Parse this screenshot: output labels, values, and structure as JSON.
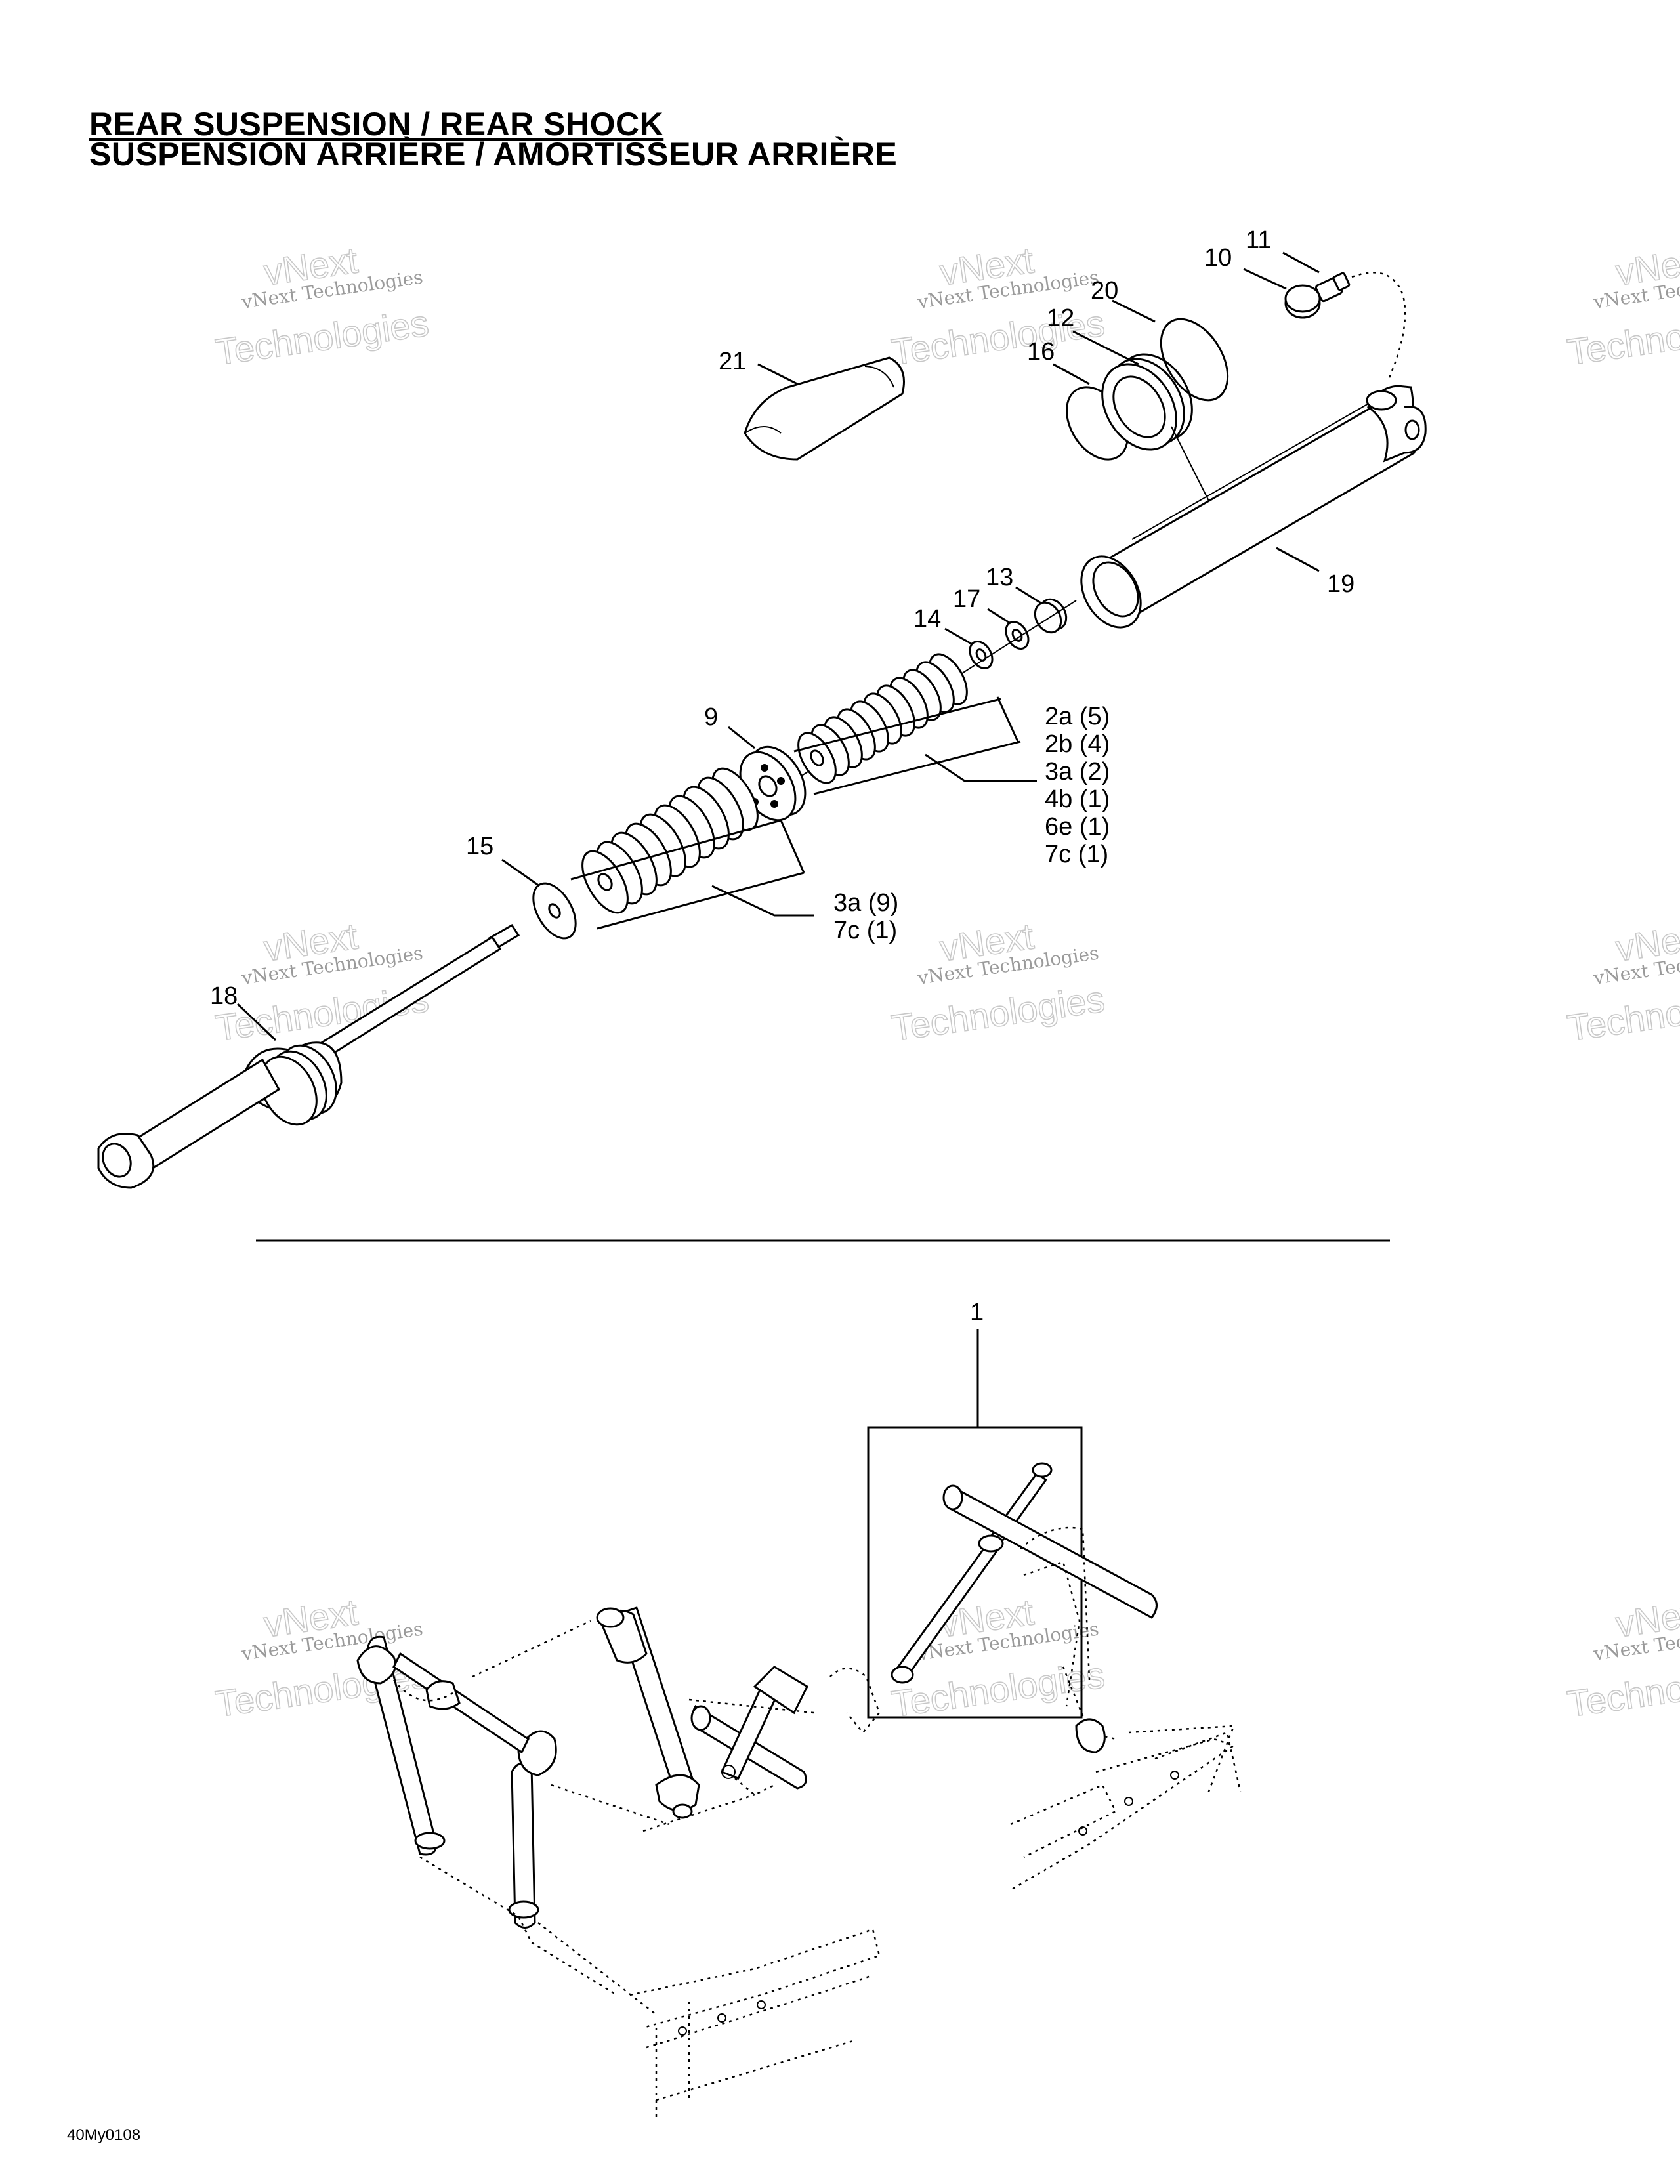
{
  "title": {
    "line1": "REAR SUSPENSION / REAR SHOCK",
    "line2": "SUSPENSION ARRIÈRE / AMORTISSEUR ARRIÈRE"
  },
  "callouts": {
    "c1": "1",
    "c9": "9",
    "c10": "10",
    "c11": "11",
    "c12": "12",
    "c13": "13",
    "c14": "14",
    "c15": "15",
    "c16": "16",
    "c17": "17",
    "c18": "18",
    "c19": "19",
    "c20": "20",
    "c21": "21"
  },
  "shim_kits": {
    "upper": [
      "2a (5)",
      "2b (4)",
      "3a (2)",
      "4b (1)",
      "6e (1)",
      "7c (1)"
    ],
    "lower": [
      "3a (9)",
      "7c (1)"
    ]
  },
  "watermark": {
    "small": "vNext Technologies",
    "big_top": "vNext",
    "big_bottom": "Technologies"
  },
  "figure_ref": "40My0108"
}
